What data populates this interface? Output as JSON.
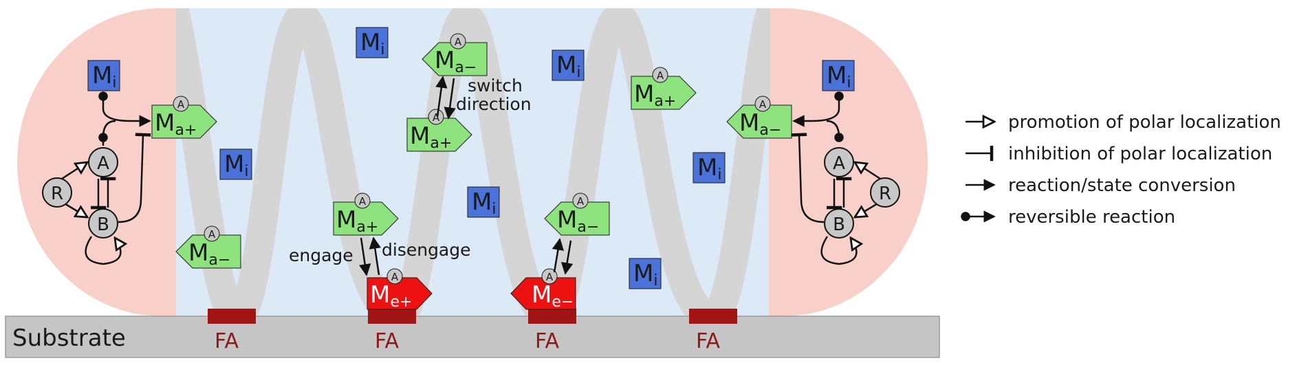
{
  "substrate_label": "Substrate",
  "fa_label": "FA",
  "species": {
    "inactive": "M",
    "inactive_sub": "i",
    "active": "M",
    "active_plus_sub": "a+",
    "active_minus_sub": "a−",
    "engaged": "M",
    "engaged_plus_sub": "e+",
    "engaged_minus_sub": "e−",
    "marker": "A"
  },
  "nodes": {
    "A": "A",
    "B": "B",
    "R": "R"
  },
  "reactions": {
    "engage": "engage",
    "disengage": "disengage",
    "switch_line1": "switch",
    "switch_line2": "direction"
  },
  "legend": [
    {
      "icon": "open-arrow-icon",
      "text": "promotion of polar localization"
    },
    {
      "icon": "inhibition-bar-icon",
      "text": "inhibition of polar localization"
    },
    {
      "icon": "solid-arrow-icon",
      "text": "reaction/state conversion"
    },
    {
      "icon": "dot-arrow-icon",
      "text": "reversible reaction"
    }
  ],
  "colors": {
    "pole": "#f8cfc9",
    "cell": "#dce9f6",
    "wave": "#d5d5d5",
    "substrate": "#c5c5c5",
    "fa": "#a31515",
    "inactive": "#4a72d8",
    "active": "#8ee37f",
    "engaged": "#ee1111",
    "node": "#c8c8c8"
  }
}
